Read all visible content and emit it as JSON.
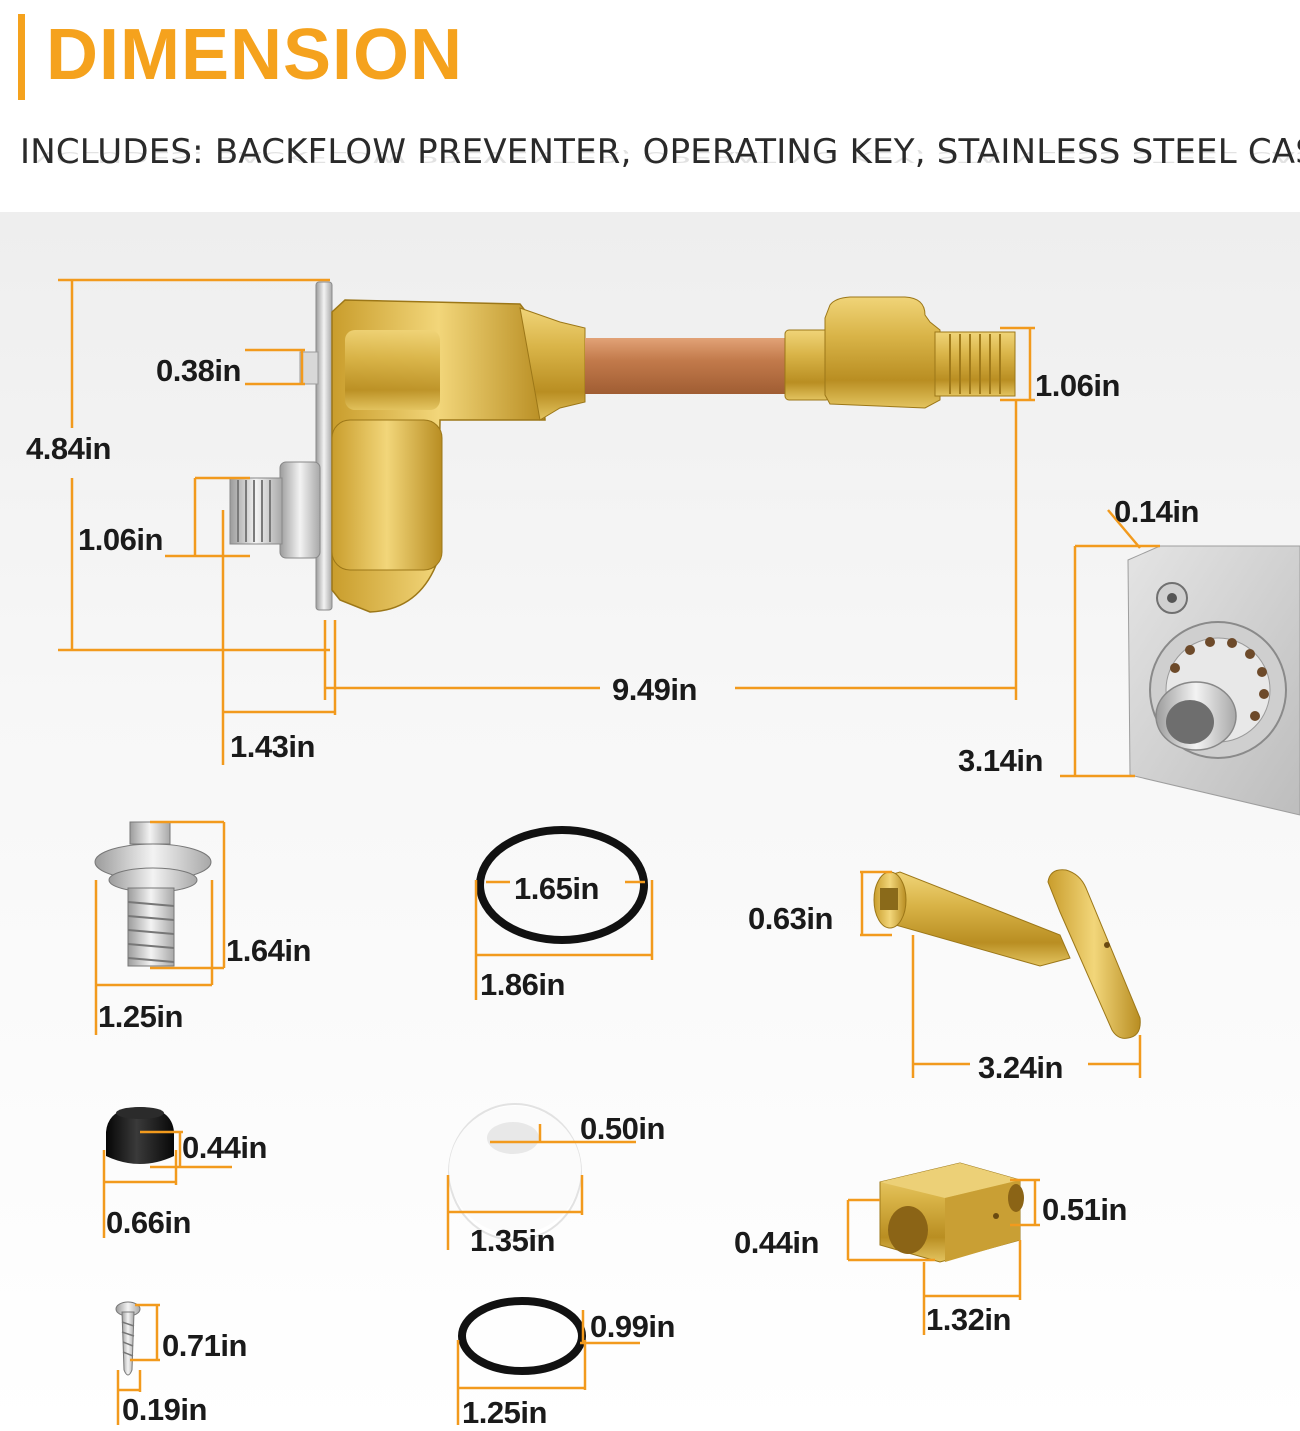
{
  "header": {
    "title": "DIMENSION",
    "includes": "INCLUDES: BACKFLOW PREVENTER, OPERATING KEY, STAINLESS STEEL CASE",
    "accent_color": "#f5a21d"
  },
  "colors": {
    "dimension_line": "#f29a1d",
    "brass": "#d4ad3c",
    "copper": "#c07a4c",
    "steel": "#c9c9c9",
    "rubber": "#111111"
  },
  "dimensions": {
    "faucet_flange": "0.38in",
    "faucet_outlet": "1.06in",
    "faucet_height": "4.84in",
    "faucet_inlet": "1.06in",
    "faucet_length": "9.49in",
    "faucet_depth": "1.43in",
    "case_thickness": "0.14in",
    "case_width": "3.14in",
    "stem_height": "1.64in",
    "stem_width": "1.25in",
    "oring_large_inner": "1.65in",
    "oring_large_outer": "1.86in",
    "key_socket": "0.63in",
    "key_length": "3.24in",
    "cap_height": "0.44in",
    "cap_width": "0.66in",
    "washer_inner": "0.50in",
    "washer_outer": "1.35in",
    "block_hole": "0.51in",
    "block_height": "0.44in",
    "block_length": "1.32in",
    "screw_length": "0.71in",
    "screw_width": "0.19in",
    "oring_small_height": "0.99in",
    "oring_small_width": "1.25in"
  }
}
